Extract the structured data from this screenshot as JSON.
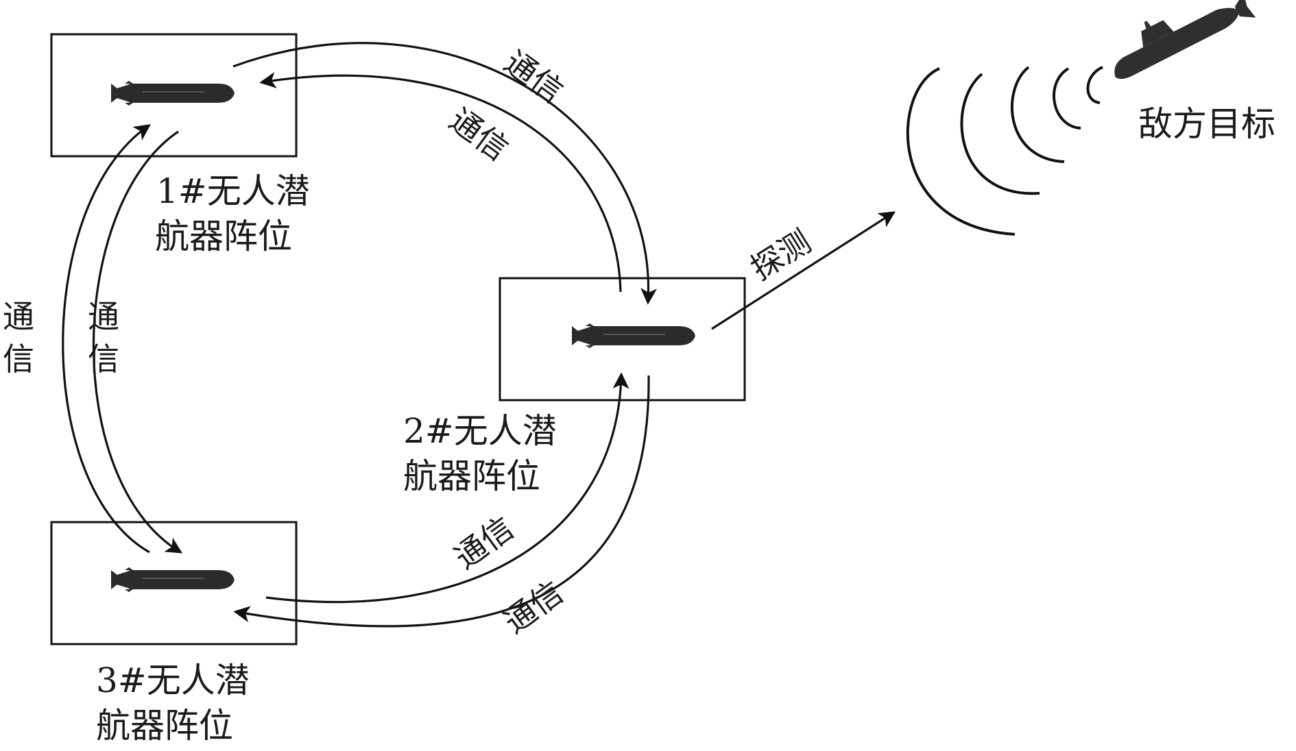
{
  "positions": {
    "p1": {
      "line1": "1#无人潜",
      "line2": "航器阵位"
    },
    "p2": {
      "line1": "2#无人潜",
      "line2": "航器阵位"
    },
    "p3": {
      "line1": "3#无人潜",
      "line2": "航器阵位"
    }
  },
  "comm_label": "通信",
  "detect_label": "探测",
  "target_label": "敌方目标",
  "colors": {
    "stroke": "#111111",
    "vehicle": "#2b2b2b",
    "background": "#ffffff"
  },
  "icons": [
    "underwater-vehicle-icon",
    "enemy-submarine-icon",
    "sonar-wave-icon"
  ]
}
